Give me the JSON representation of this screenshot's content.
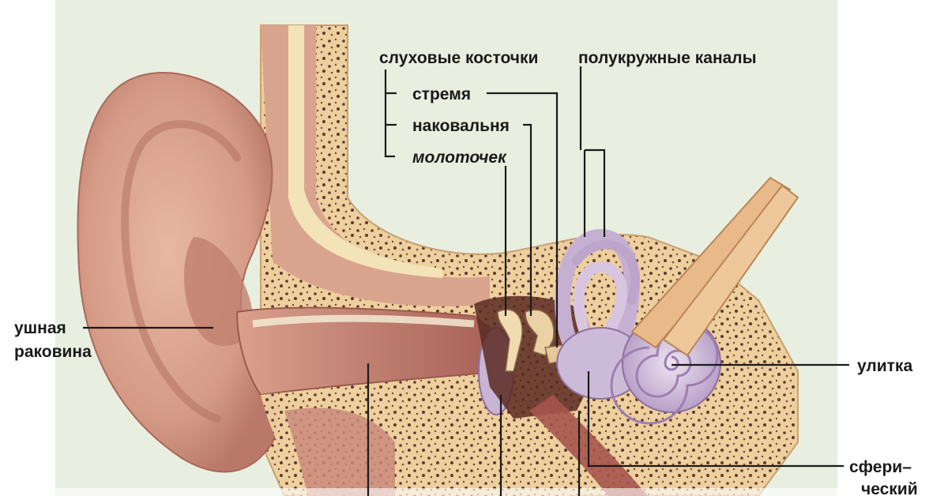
{
  "figure": {
    "labels": {
      "ossicles": "слуховые косточки",
      "stapes": "стремя",
      "incus": "наковальня",
      "malleus": "молоточек",
      "semicircular_canals": "полукружные каналы",
      "auricle_line1": "ушная",
      "auricle_line2": "раковина",
      "cochlea": "улитка",
      "spherical_line1": "сфери–",
      "spherical_line2": "ческий"
    },
    "colors": {
      "background_panel": "#e8efe0",
      "skin": "#d9a48e",
      "skin_dark": "#b9786a",
      "bone": "#eecf9e",
      "bone_speckle": "#5a3a32",
      "canal": "#c88a7e",
      "inner_ear": "#cbbad8",
      "nerve": "#e9b98a",
      "label_text": "#1a1a1a"
    }
  }
}
